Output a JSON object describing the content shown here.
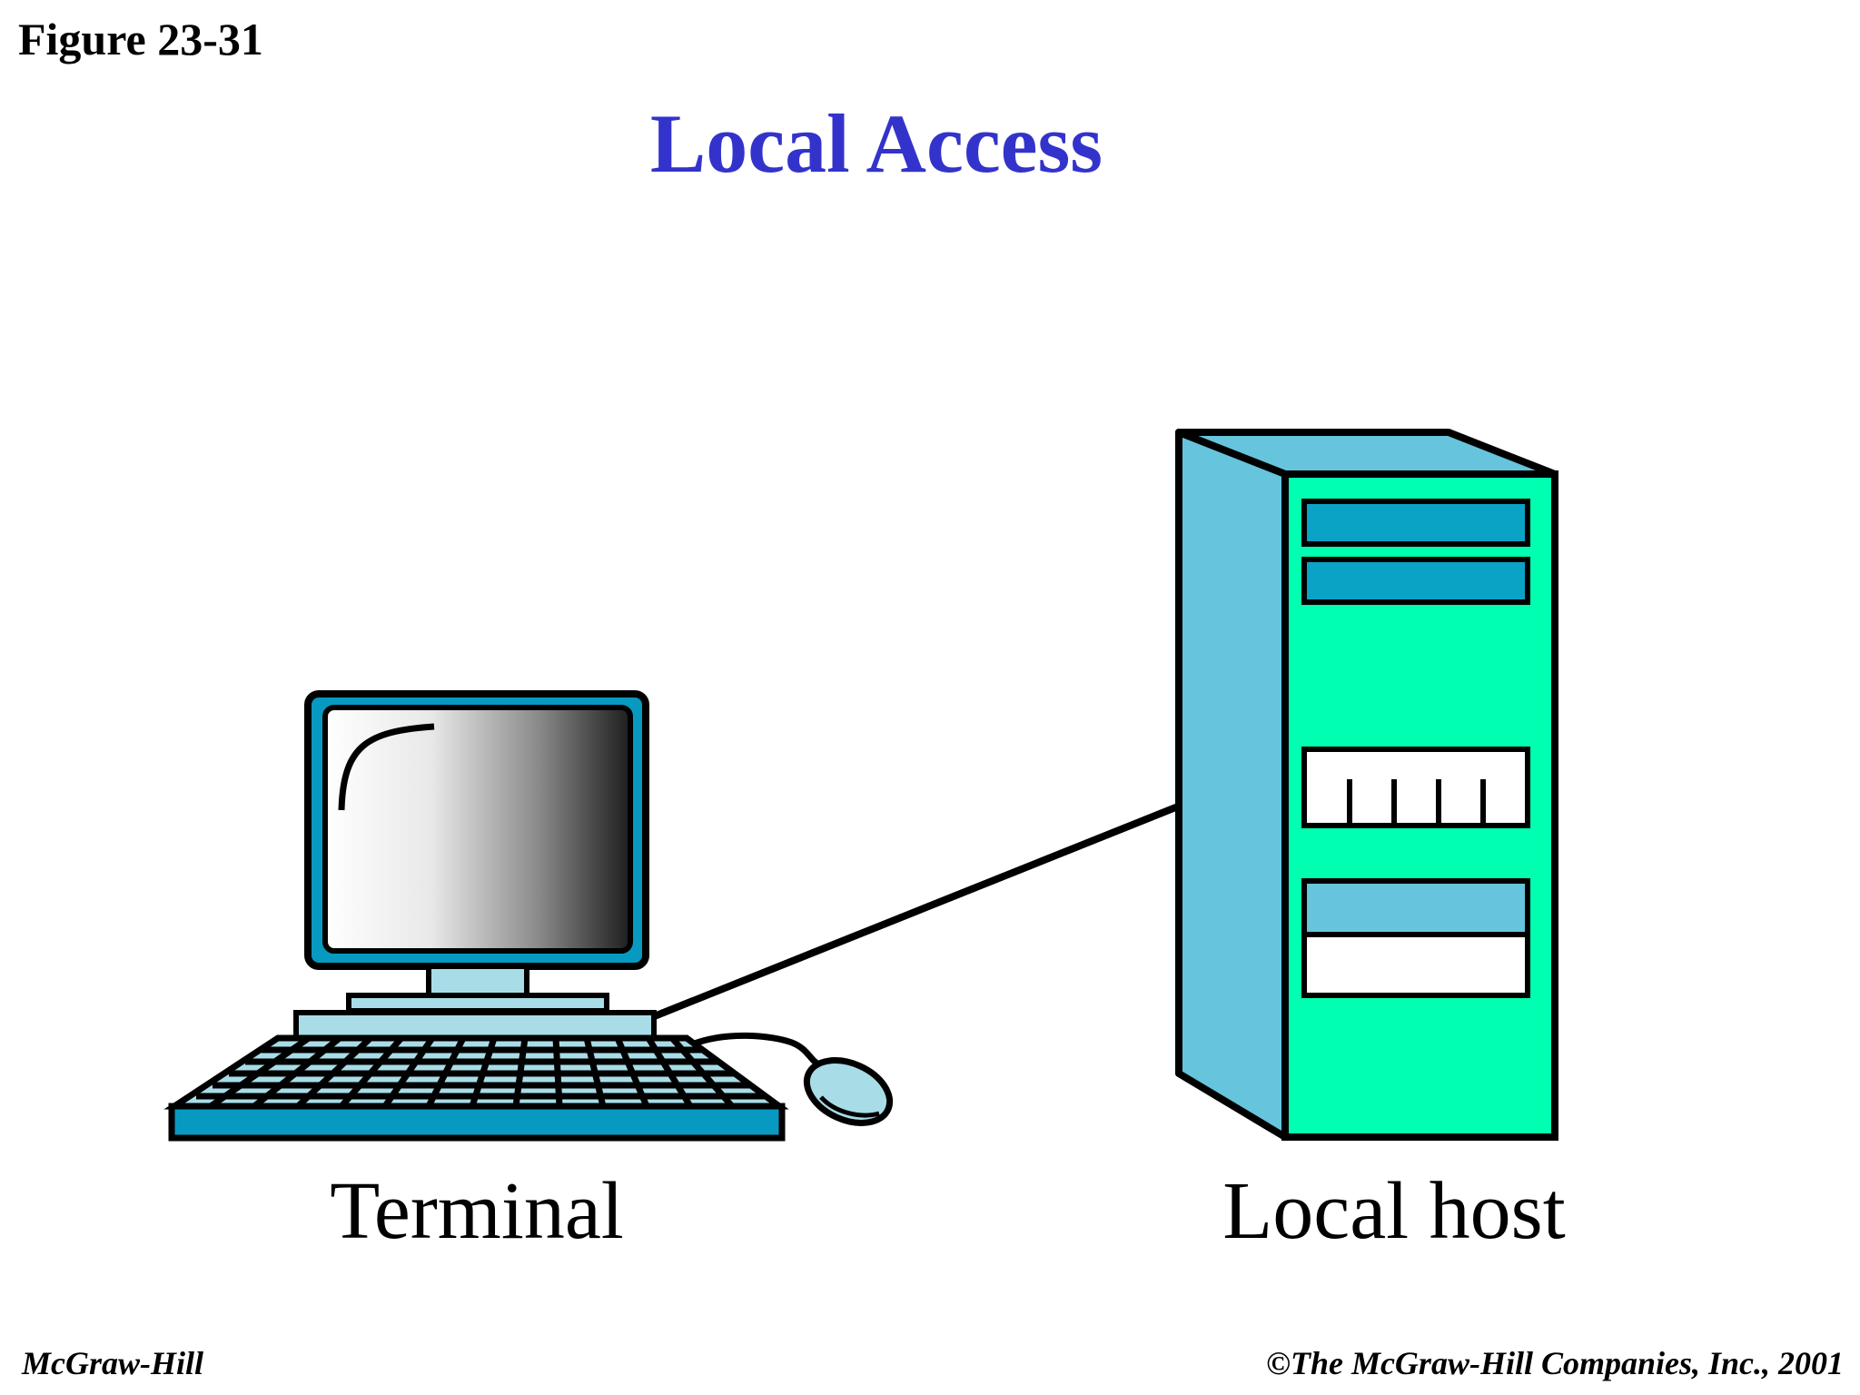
{
  "figure": {
    "label": "Figure 23-31",
    "title": "Local Access",
    "title_color": "#3333cc"
  },
  "nodes": {
    "terminal": {
      "label": "Terminal"
    },
    "host": {
      "label": "Local host"
    }
  },
  "colors": {
    "outline": "#000000",
    "frame_blue": "#0899c0",
    "light_blue": "#a8dde8",
    "case_side": "#66c4dc",
    "case_front": "#00ffb0",
    "drive_blue": "#0aa3c5",
    "white": "#ffffff"
  },
  "footer": {
    "publisher": "McGraw-Hill",
    "copyright": "©The McGraw-Hill Companies, Inc., 2001"
  }
}
